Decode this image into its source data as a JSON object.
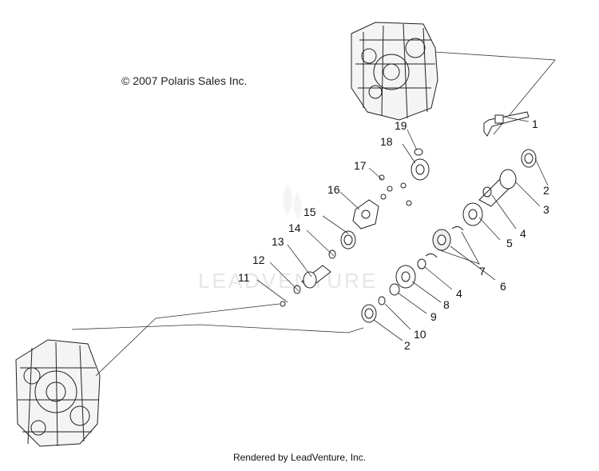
{
  "copyright": "© 2007 Polaris Sales Inc.",
  "watermark": "LEADVENTURE",
  "footer": "Rendered by LeadVenture, Inc.",
  "callouts": {
    "c1": "1",
    "c2a": "2",
    "c2b": "2",
    "c3": "3",
    "c4a": "4",
    "c4b": "4",
    "c5": "5",
    "c6": "6",
    "c7": "7",
    "c8": "8",
    "c9": "9",
    "c10": "10",
    "c11": "11",
    "c12": "12",
    "c13": "13",
    "c14": "14",
    "c15": "15",
    "c16": "16",
    "c17": "17",
    "c18": "18",
    "c19": "19"
  }
}
